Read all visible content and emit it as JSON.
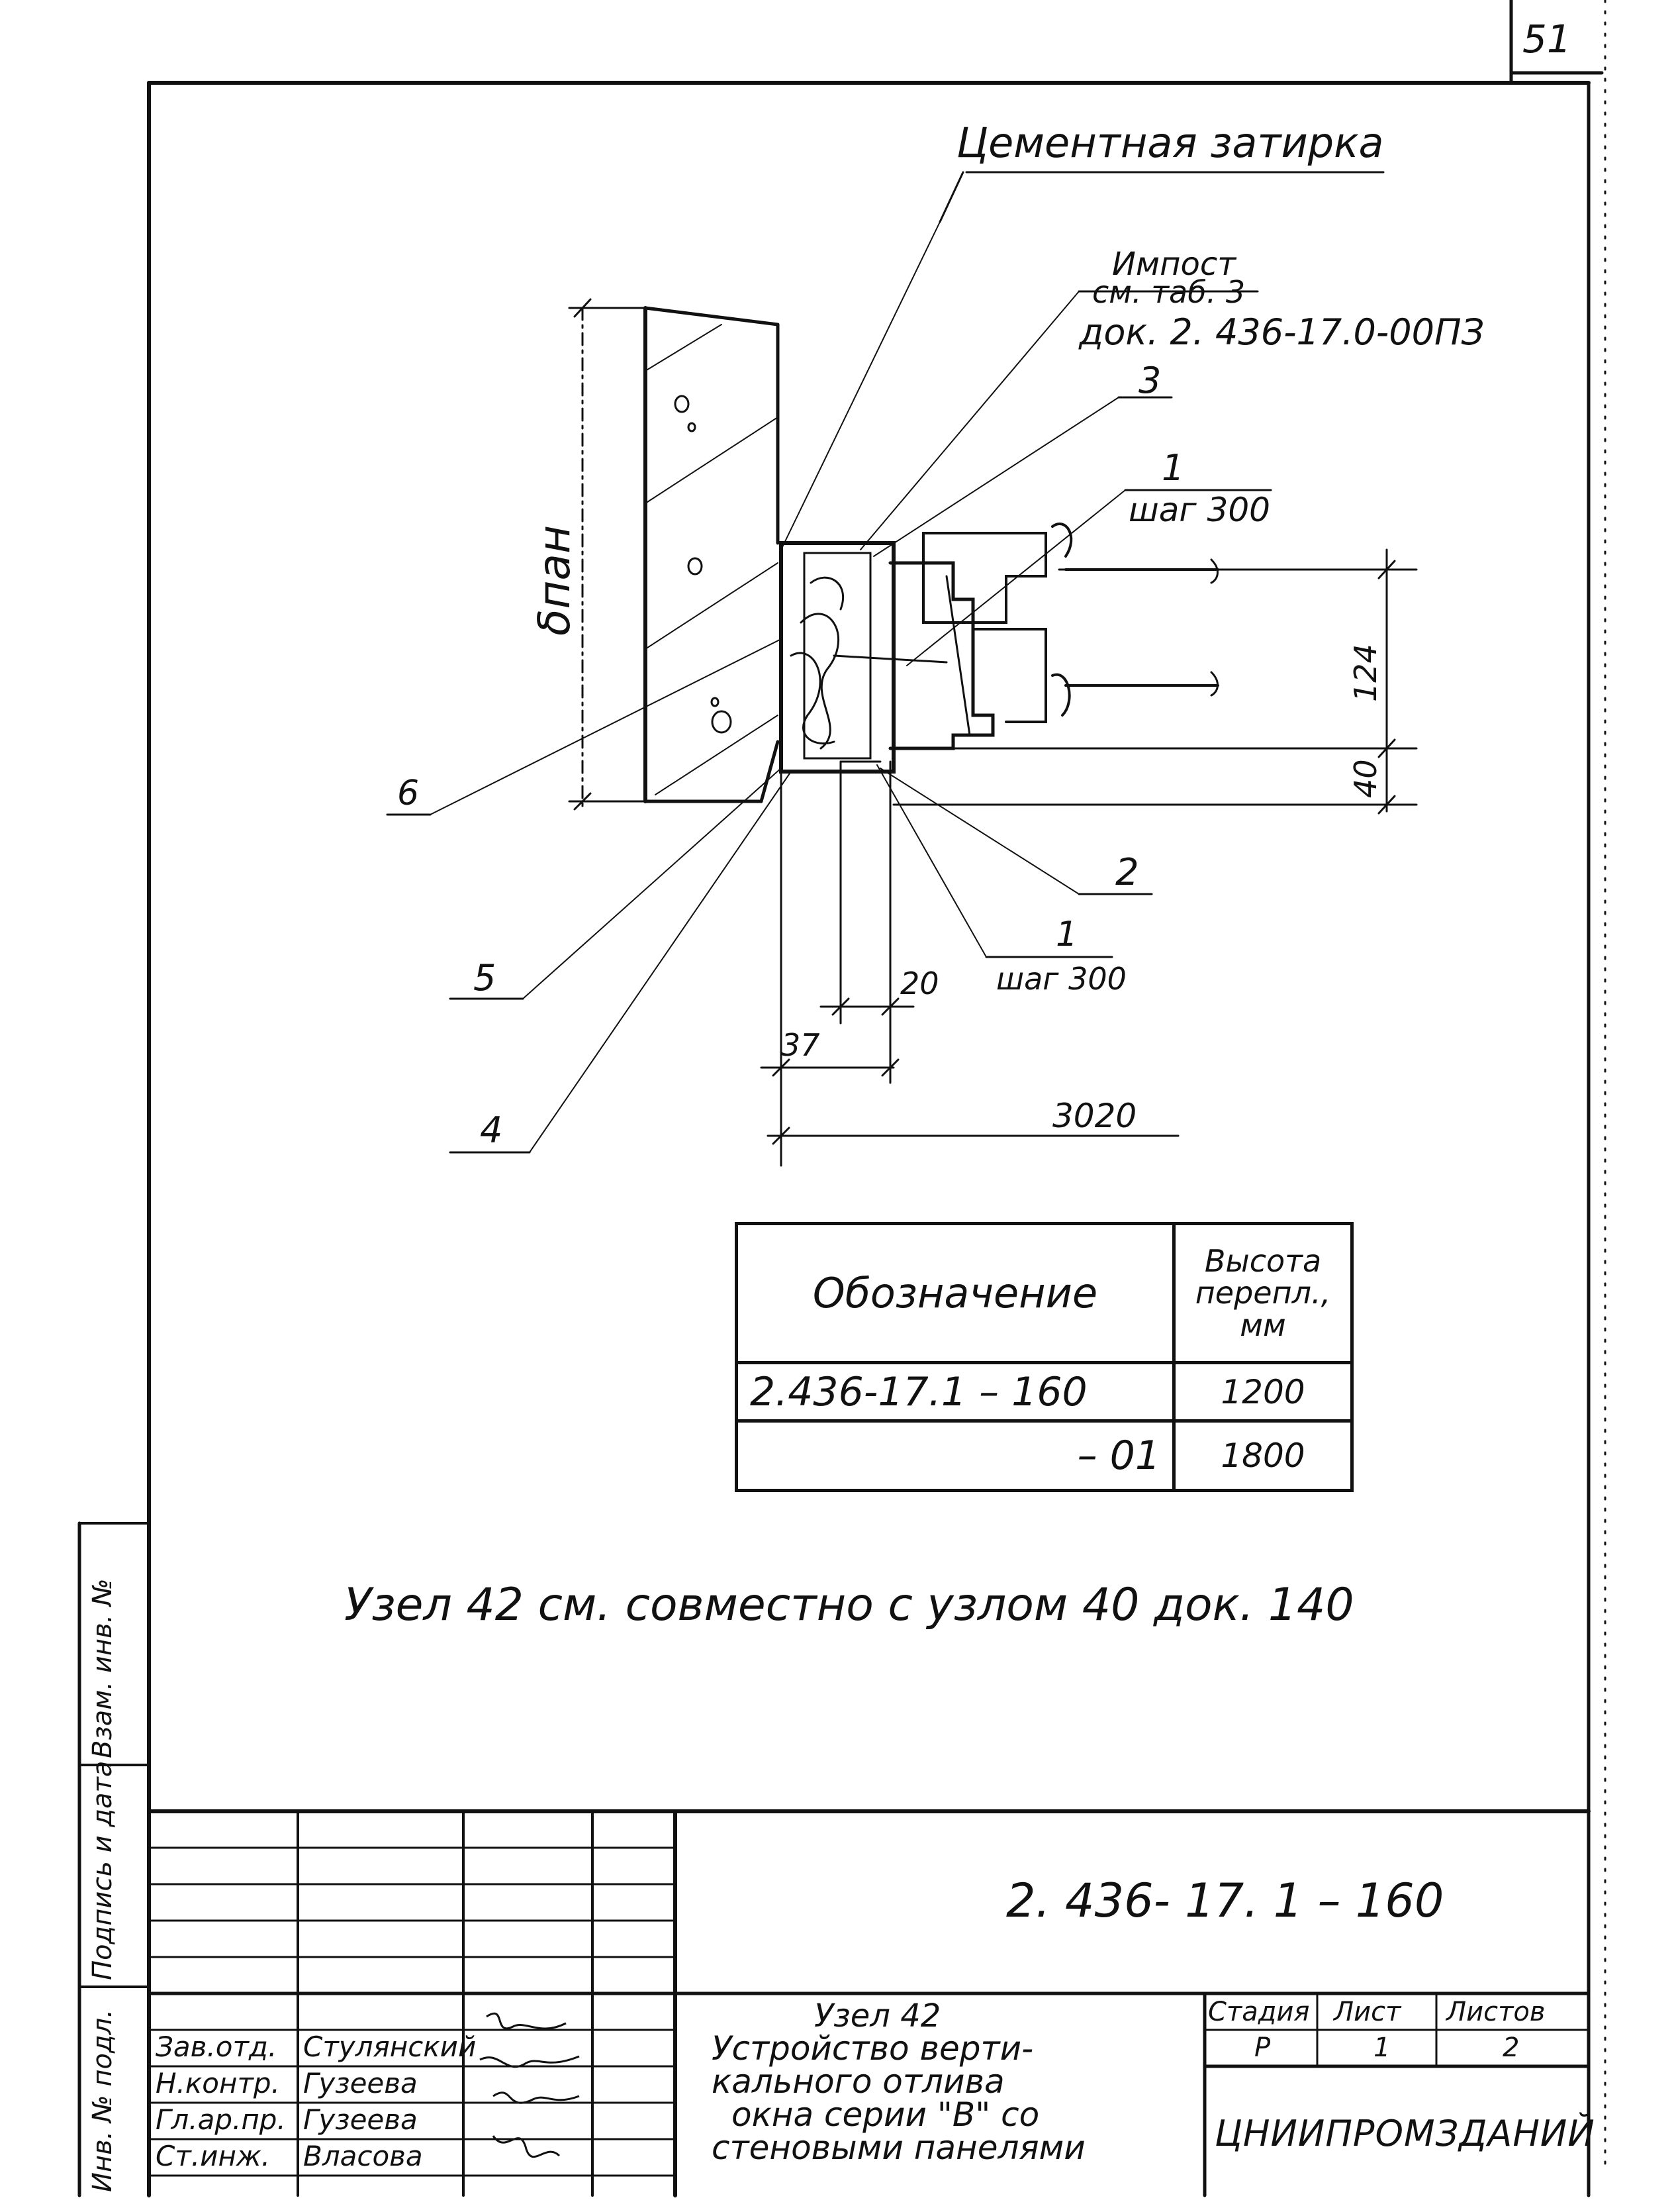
{
  "sheet_number": "51",
  "callouts": {
    "cement": "Цементная затирка",
    "impost_line1": "Импост",
    "impost_line2": "см. таб. 3",
    "impost_line3": "док. 2. 436-17.0-00ПЗ",
    "pos3": "3",
    "pos1_top": "1",
    "step_top": "шаг 300",
    "pos6": "6",
    "pos5": "5",
    "pos4": "4",
    "pos2": "2",
    "pos1_bottom": "1",
    "step_bottom": "шаг 300"
  },
  "dimensions": {
    "panel_thickness": "δпан",
    "d124": "124",
    "d40": "40",
    "d20": "20",
    "d37": "37",
    "d3020": "3020"
  },
  "spec_table": {
    "header_designation": "Обозначение",
    "header_height_line1": "Высота",
    "header_height_line2": "перепл.,",
    "header_height_line3": "мм",
    "rows": [
      {
        "designation": "2.436-17.1 – 160",
        "height": "1200"
      },
      {
        "designation": "– 01",
        "height": "1800"
      }
    ]
  },
  "note": "Узел 42 см. совместно с узлом 40 док. 140",
  "left_strip": {
    "inv_orig": "Инв. № подл.",
    "sign_date": "Подпись и дата",
    "replace_inv": "Взам. инв. №"
  },
  "title_block": {
    "doc_code": "2. 436- 17. 1 – 160",
    "title_line1": "Узел 42",
    "title_line2": "Устройство верти-",
    "title_line3": "кального отлива",
    "title_line4": "окна серии \"В\" со",
    "title_line5": "стеновыми панелями",
    "stage_label": "Стадия",
    "sheet_label": "Лист",
    "sheets_label": "Листов",
    "stage_value": "Р",
    "sheet_value": "1",
    "sheets_value": "2",
    "organization": "ЦНИИПРОМЗДАНИЙ",
    "signatures": [
      {
        "role": "Зав.отд.",
        "name": "Стулянский"
      },
      {
        "role": "Н.контр.",
        "name": "Гузеева"
      },
      {
        "role": "Гл.ар.пр.",
        "name": "Гузеева"
      },
      {
        "role": "Ст.инж.",
        "name": "Власова"
      }
    ]
  }
}
